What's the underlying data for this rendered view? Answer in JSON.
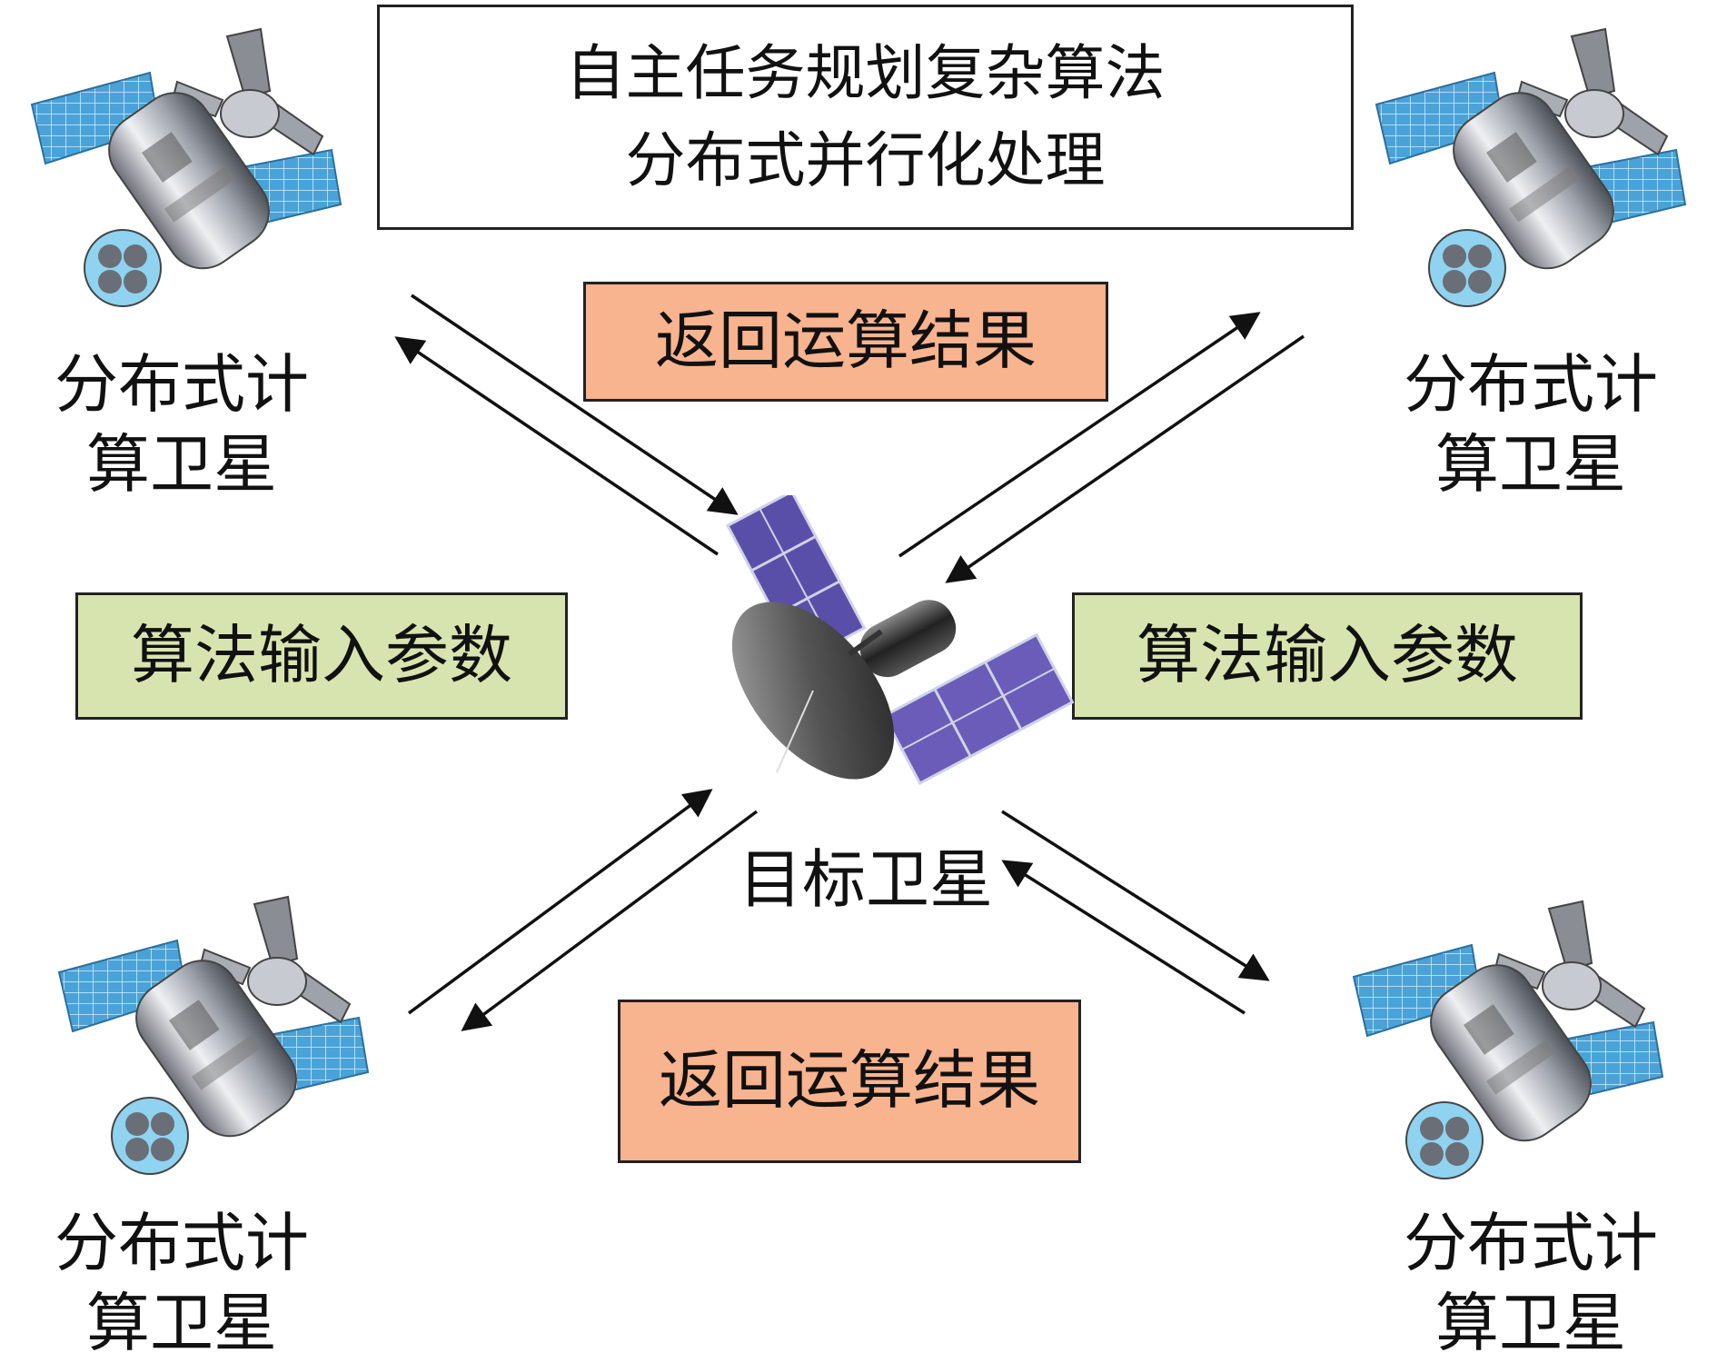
{
  "title": {
    "line1": "自主任务规划复杂算法",
    "line2": "分布式并行化处理"
  },
  "return_results_top": "返回运算结果",
  "return_results_bottom": "返回运算结果",
  "input_params_left": "算法输入参数",
  "input_params_right": "算法输入参数",
  "target_satellite": "目标卫星",
  "compute_satellites": {
    "top_left": {
      "line1": "分布式计",
      "line2": "算卫星"
    },
    "top_right": {
      "line1": "分布式计",
      "line2": "算卫星"
    },
    "bottom_left": {
      "line1": "分布式计",
      "line2": "算卫星"
    },
    "bottom_right": {
      "line1": "分布式计",
      "line2": "算卫星"
    }
  },
  "colors": {
    "result_box": "#f8b38f",
    "param_box": "#d8e4b0",
    "solar_panel": "#4aa3d8",
    "target_panel": "#6a5cb0"
  },
  "icons": [
    "compute-satellite-icon",
    "target-satellite-icon",
    "arrow"
  ]
}
